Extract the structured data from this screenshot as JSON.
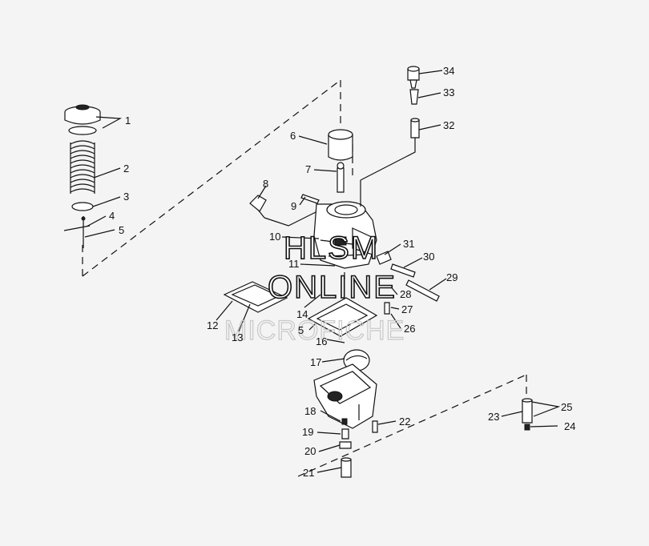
{
  "callouts": {
    "c1": "1",
    "c2": "2",
    "c3": "3",
    "c4": "4",
    "c5": "5",
    "c5b": "5",
    "c6": "6",
    "c7": "7",
    "c8": "8",
    "c9": "9",
    "c10": "10",
    "c11": "11",
    "c12": "12",
    "c13": "13",
    "c14": "14",
    "c16": "16",
    "c17": "17",
    "c18": "18",
    "c19": "19",
    "c20": "20",
    "c21": "21",
    "c22": "22",
    "c23": "23",
    "c24": "24",
    "c25": "25",
    "c26": "26",
    "c27": "27",
    "c28": "28",
    "c29": "29",
    "c30": "30",
    "c31": "31",
    "c32": "32",
    "c33": "33",
    "c34": "34"
  },
  "watermark": {
    "line1": "HLSM",
    "line2": "ONLINE",
    "line3": "MICROFICHE"
  }
}
